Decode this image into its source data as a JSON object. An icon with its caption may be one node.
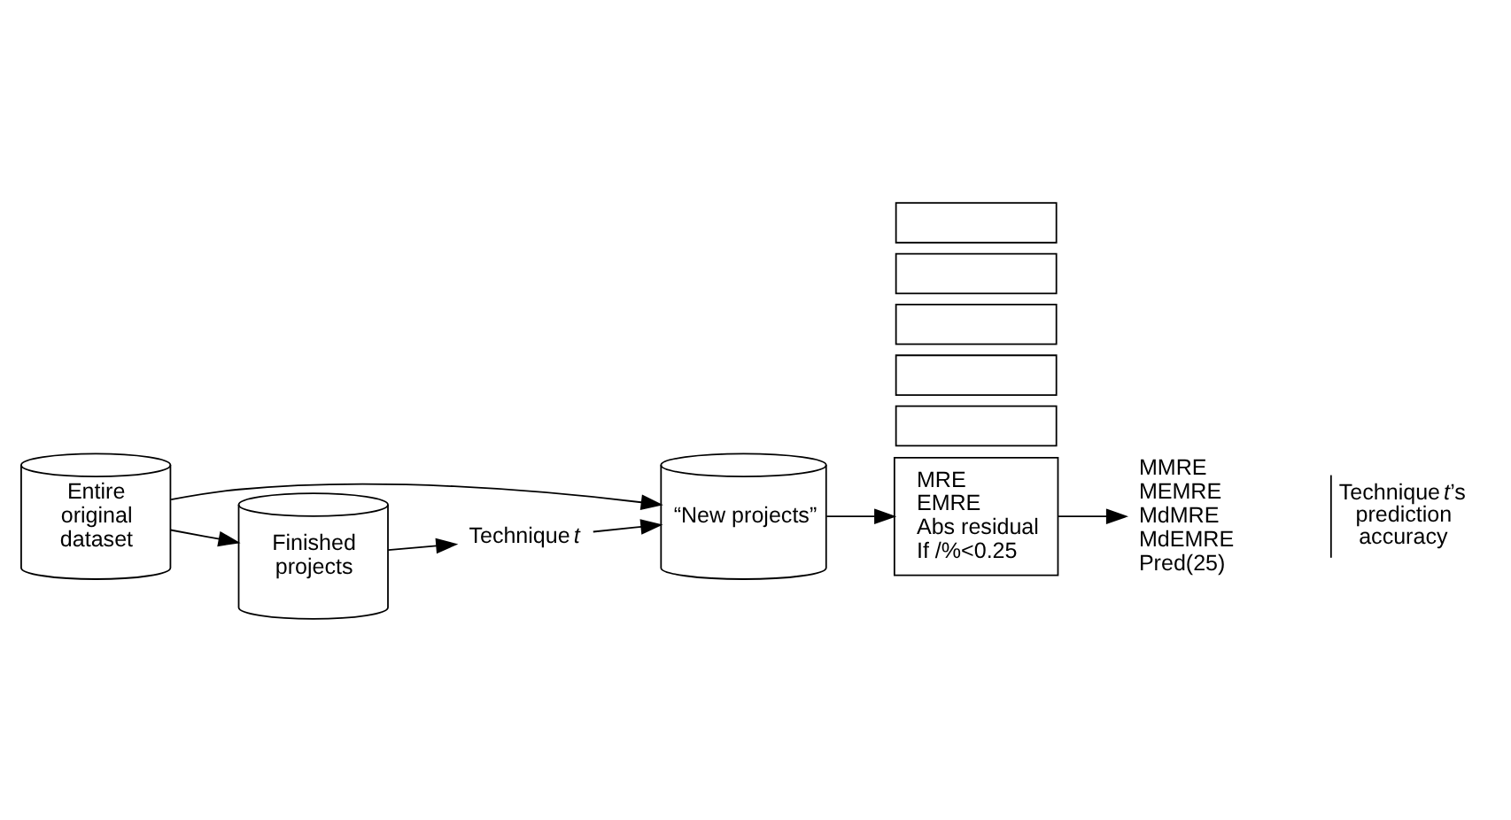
{
  "diagram": {
    "nodes": [
      {
        "text": [
          "Entire original dataset"
        ]
      },
      {
        "text": [
          "“New projects”"
        ]
      },
      {
        "text": [
          "Finished projects"
        ]
      },
      {
        "text": [
          "Technique *t*"
        ]
      },
      {
        "text": [],
        "shape": "box"
      },
      {
        "text": [],
        "shape": "box"
      },
      {
        "text": [],
        "shape": "box"
      },
      {
        "text": [],
        "shape": "box"
      },
      {
        "text": [],
        "shape": "box"
      },
      {
        "text": [
          "MRE",
          "EMRE",
          "Abs residual",
          "If /%<0.25"
        ]
      },
      {
        "text": [
          "MMRE",
          "MEMRE",
          "MdMRE",
          "MdEMRE",
          "Pred(25)"
        ]
      }
    ],
    "labels": [
      "Technique *t*’s prediction accuracy"
    ],
    "edges": [
      {
        "from": 0,
        "to": 1,
        "arrow": "to"
      },
      {
        "from": 0,
        "to": 2,
        "arrow": "to"
      },
      {
        "from": 2,
        "to": 3,
        "arrow": "to"
      },
      {
        "from": 3,
        "to": 1,
        "arrow": "to"
      },
      {
        "from": 1,
        "to": 9,
        "arrow": "to"
      },
      {
        "from": 9,
        "to": 10,
        "arrow": "to"
      }
    ]
  }
}
